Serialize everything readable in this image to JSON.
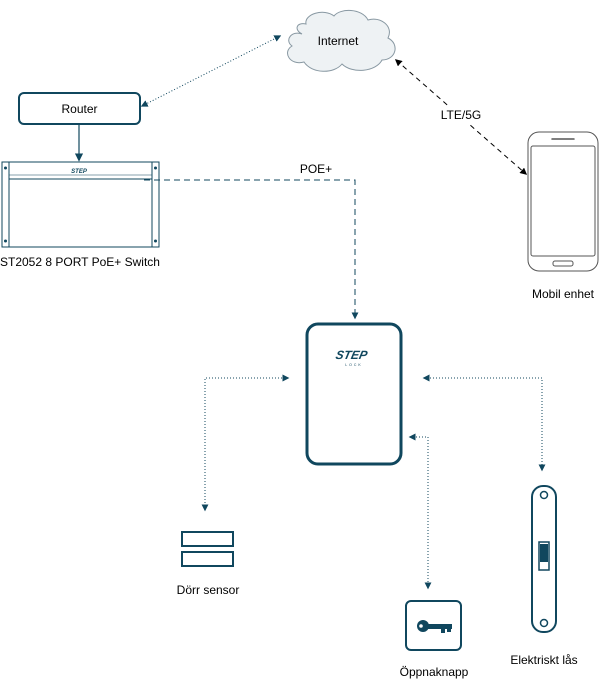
{
  "labels": {
    "internet": "Internet",
    "router": "Router",
    "switch": "ST2052 8 PORT PoE+ Switch",
    "poe": "POE+",
    "lte": "LTE/5G",
    "mobile": "Mobil enhet",
    "door_sensor": "Dörr sensor",
    "open_button": "Öppnaknapp",
    "electric_lock": "Elektriskt lås"
  },
  "logo": {
    "text": "STEP",
    "subtext": "LOCK"
  },
  "colors": {
    "primary": "#10475e",
    "cloud_fill": "#eef2f4",
    "cloud_stroke": "#8898a2",
    "line": "#10475e"
  }
}
